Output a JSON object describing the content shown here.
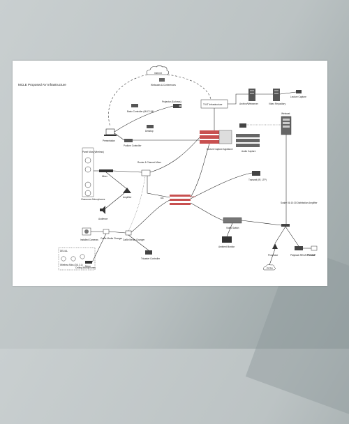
{
  "diagram": {
    "title": "MCLE Proposed AV Infrastructure",
    "labels": {
      "internet": "Internet",
      "webcasts": "Webcasts & Conferences",
      "tvit": "TV/IT Infrastructure",
      "archiveserver": "Archive/Webserver",
      "videorepository": "Video Repository",
      "lectureswitch": "Lecture Capture",
      "webcast": "Webcast",
      "projector": "Projector (5-shows)",
      "basicctrl": "Basic Controller (MLC 104)",
      "desktop": "Desktop",
      "presentation": "Presentation",
      "podium": "Podium Controller",
      "capture": "Lecture Capture Appliance",
      "audiocapture": "Audio Capture",
      "panelmics": "Panel Mics (Wireless)",
      "mixer": "Mixer",
      "router": "Router & Channel Mixer",
      "transmitter": "Transmit (IR, LTP)",
      "classroom": "Classroom Microphones",
      "amplifier": "Amplifier",
      "audience": "Audience",
      "da": "DA",
      "videoswitch": "Video Switch",
      "distributor": "Scaler VA 10:30 Distribution Amplifier",
      "cameras": "Installed Cameras",
      "cattx": "Cat5e Media Changer",
      "catrx": "Cat5e Media Changer",
      "tricaster": "Tricaster Controller",
      "wireless": "Wireless Mics (DU.3.L)",
      "ceiling": "Ceiling Microphones",
      "mixer2": "Mixer",
      "monitor": "Ambient Monitor",
      "processor": "Processor",
      "playback": "Playback REC/DPM VoIP",
      "pcbox": "PC/Disk",
      "rcloud": "PSTN",
      "lecturerig": "Lecture Capture",
      "roomlabel": "DEL/AL"
    }
  }
}
